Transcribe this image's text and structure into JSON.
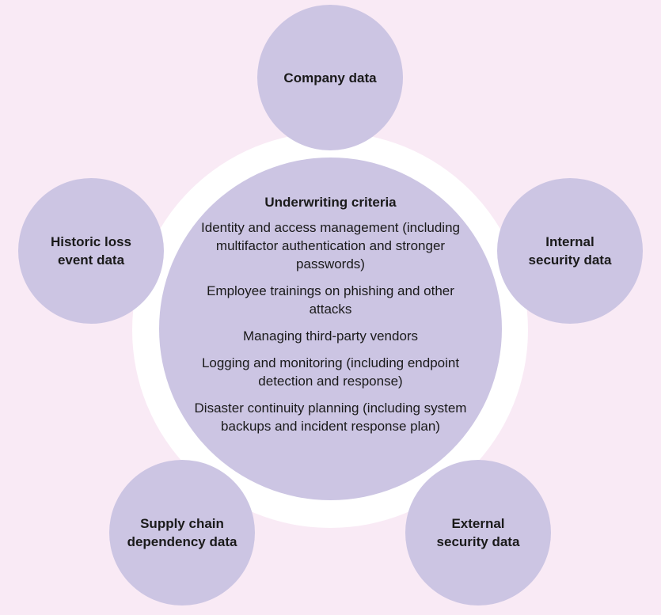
{
  "center": {
    "title": "Underwriting criteria",
    "items": [
      "Identity and access management (including multifactor authentication and stronger passwords)",
      "Employee trainings on phishing and other attacks",
      "Managing third-party vendors",
      "Logging and monitoring (including endpoint detection and response)",
      "Disaster continuity planning (including system backups and incident response plan)"
    ]
  },
  "nodes": {
    "top": "Company data",
    "right": "Internal\nsecurity data",
    "bottom_right": "External\nsecurity data",
    "bottom_left": "Supply chain\ndependency data",
    "left": "Historic loss\nevent data"
  },
  "colors": {
    "background": "#f9eaf5",
    "ring": "#ffffff",
    "circle_fill": "#ccc5e3",
    "text": "#1a1a1a"
  }
}
